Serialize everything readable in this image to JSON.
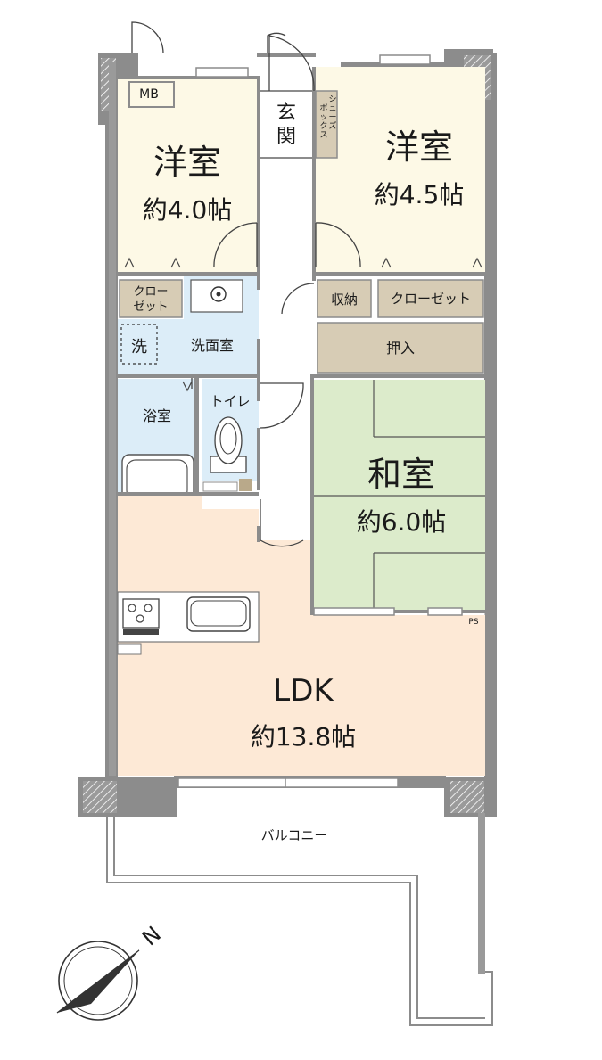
{
  "rooms": {
    "western_room_1": {
      "name": "洋室",
      "size": "約4.0帖"
    },
    "western_room_2": {
      "name": "洋室",
      "size": "約4.5帖"
    },
    "japanese_room": {
      "name": "和室",
      "size": "約6.0帖"
    },
    "ldk": {
      "name": "LDK",
      "size": "約13.8帖"
    }
  },
  "labels": {
    "mb": "MB",
    "entrance": [
      "玄",
      "関"
    ],
    "shoe_box": [
      "シ",
      "ュ",
      "ー",
      "ズ",
      "ボ",
      "ッ",
      "ク",
      "ス"
    ],
    "closet_left": [
      "クロー",
      "ゼット"
    ],
    "closet_right": "クローゼット",
    "storage": "収納",
    "oshiire": "押入",
    "washing_machine": "洗",
    "washroom": "洗面室",
    "bathroom": "浴室",
    "toilet": "トイレ",
    "ps": "PS",
    "balcony": "バルコニー",
    "compass": "N"
  },
  "colors": {
    "wall": "#8c8c8c",
    "western_room": "#fdf9e6",
    "wet_area": "#dcedf8",
    "japanese_room": "#dcebcb",
    "ldk": "#fde9d6",
    "storage": "#d7ccb5",
    "corridor": "#ffffff"
  }
}
